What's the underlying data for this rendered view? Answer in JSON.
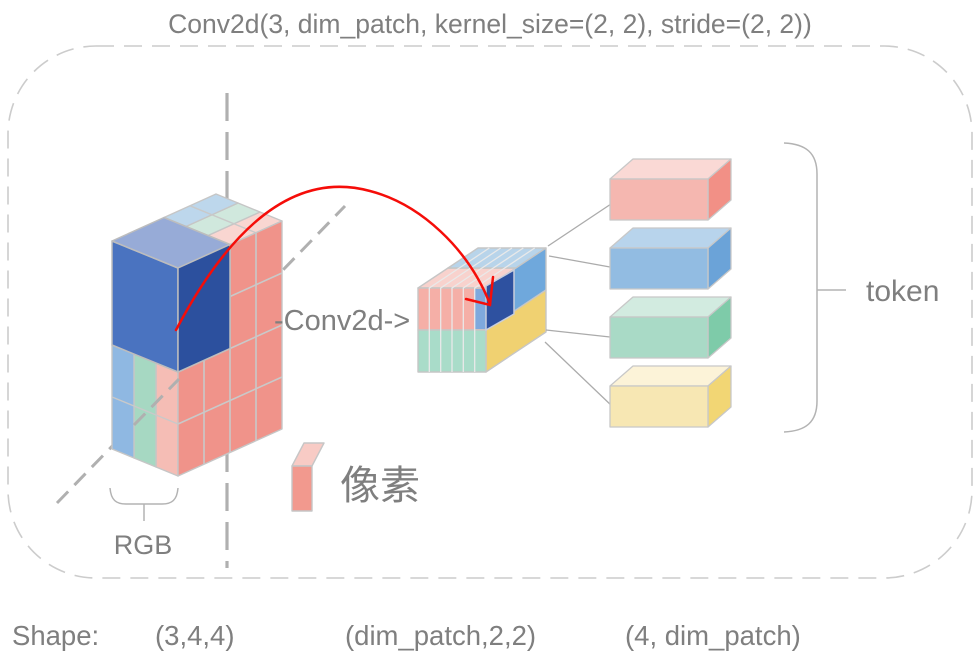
{
  "title": "Conv2d(3, dim_patch, kernel_size=(2, 2), stride=(2, 2))",
  "diagram": {
    "conv_label": "-Conv2d->",
    "token_label": "token",
    "pixel_legend_label": "像素",
    "rgb_label": "RGB"
  },
  "shape_row": {
    "label": "Shape:",
    "input_shape": "(3,4,4)",
    "patch_shape": "(dim_patch,2,2)",
    "token_shape": "(4, dim_patch)"
  },
  "colors": {
    "background": "#FFFFFF",
    "text": "#7F7F7F",
    "red_arrow": "#F50D09",
    "border_dash": "#CCCCCC",
    "guide_dash": "#B0B0B0",
    "connector": "#ABABAB",
    "bracket": "#B3B3B3",
    "grid_line": "#C9C9C9",
    "stripe_divider": "#E9E9E9",
    "input_cube": {
      "pixel_cell": "#F0938A",
      "channel_blue": "#8FB8E2",
      "channel_green": "#A6D8C2",
      "channel_pink": "#F5BDB5",
      "top_blue": "#BDD7EC",
      "top_green": "#D0E8DD",
      "top_pink": "#F9D6D1",
      "kernel_front": "#2C509E",
      "kernel_side": "#4A73C0",
      "kernel_top": "#97ABD7"
    },
    "patch_cube": {
      "stripe_pink": "#F5AFA7",
      "stripe_green": "#A9DCC9",
      "band_pink": "#F8D2CD",
      "band_blue": "#B8D4EA",
      "side_blue": "#6FA8DC",
      "side_yellow": "#F0D171",
      "slice_blue": "#7FA9DD",
      "highlight_slab": "#2E51A0"
    },
    "token_pink": {
      "front": "#F5B7B0",
      "top": "#FAD9D5",
      "side": "#F29086"
    },
    "token_blue": {
      "front": "#92BCE2",
      "top": "#B8D4EC",
      "side": "#6BA3D8"
    },
    "token_green": {
      "front": "#A9DAC6",
      "top": "#D2EBE0",
      "side": "#7ECBA9"
    },
    "token_yellow": {
      "front": "#F7E7B3",
      "top": "#FCF3D8",
      "side": "#F2D674"
    },
    "legend": {
      "front": "#F2998E",
      "top": "#F8CBC5"
    }
  }
}
